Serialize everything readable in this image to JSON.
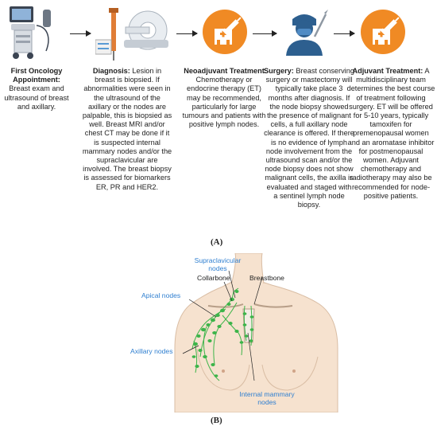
{
  "panel_a": {
    "label": "(A)",
    "steps": [
      {
        "title": "First Oncology Appointment:",
        "body": "Breast exam and ultrasound of breast and axillary.",
        "icon": "ultrasound-machine-icon"
      },
      {
        "title": "Diagnosis:",
        "body": "Lesion in breast is biopsied. If abnormalities were seen in the ultrasound of the axillary or the nodes are palpable, this is biopsied as well. Breast MRI and/or chest CT may be done if it is suspected internal mammary nodes and/or the supraclavicular are involved. The breast biopsy is assessed for biomarkers ER, PR and HER2.",
        "icon": "biopsy-mri-icon"
      },
      {
        "title": "Neoadjuvant Treatment",
        "body": "Chemotherapy or endocrine therapy (ET) may be recommended, particularly for large tumours and patients with positive lymph nodes.",
        "icon": "hospital-syringe-icon"
      },
      {
        "title": "Surgery:",
        "body": "Breast conserving surgery or mastectomy will typically take place 3 months after diagnosis. If the node biopsy showed the presence of malignant cells, a full axillary node clearance is offered. If there is no evidence of lymph node involvement from the ultrasound scan and/or the node biopsy does not show malignant cells, the axilla is evaluated and staged with a sentinel lymph node biopsy.",
        "icon": "surgeon-icon"
      },
      {
        "title": "Adjuvant Treatment:",
        "body": "A multidisciplinary team determines the best course of treatment following surgery. ET will be offered for 5-10 years, typically tamoxifen for premenopausal women and an aromatase inhibitor for postmenopausal women. Adjuvant chemotherapy and radiotherapy may also be recommended for node-positive patients.",
        "icon": "hospital-syringe-icon"
      }
    ]
  },
  "panel_b": {
    "label": "(B)",
    "labels": {
      "supraclavicular_line1": "Supraclavicular",
      "supraclavicular_line2": "nodes",
      "collarbone": "Collarbone",
      "breastbone": "Breastbone",
      "apical": "Apical nodes",
      "axillary": "Axillary nodes",
      "internal_line1": "Internal mammary",
      "internal_line2": "nodes"
    }
  },
  "colors": {
    "icon_orange": "#f08a24",
    "node_green": "#3cb449",
    "label_blue": "#2f7fd0",
    "skin": "#f6e2cf"
  }
}
